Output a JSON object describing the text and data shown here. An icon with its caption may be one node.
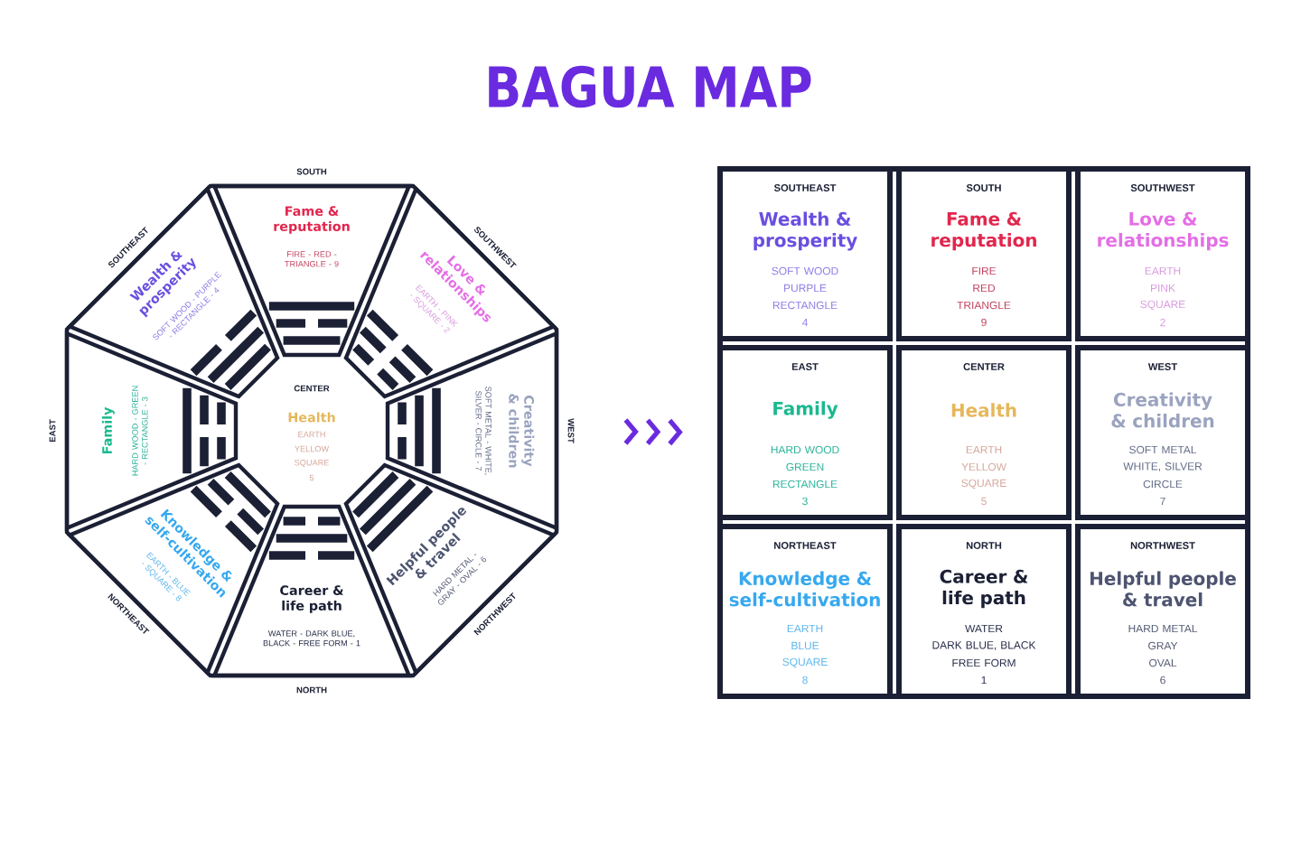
{
  "diagram": {
    "title": "BAGUA MAP",
    "nodes": [
      {
        "text": [],
        "shape": "octagon"
      },
      {
        "text": [
          "SOUTHEAST",
          "Wealth & prosperity",
          "SOFT WOOD - PURPLE - RECTANGLE - 4"
        ],
        "in": 0
      },
      {
        "text": [
          "SOUTH",
          "Fame & reputation",
          "FIRE - RED - TRIANGLE - 9"
        ],
        "in": 0
      },
      {
        "text": [
          "SOUTHWEST",
          "Love & relationships",
          "EARTH - PINK - SQUARE - 2"
        ],
        "in": 0
      },
      {
        "text": [
          "EAST",
          "Family",
          "HARD WOOD - GREEN - RECTANGLE - 3"
        ],
        "in": 0
      },
      {
        "text": [
          "CENTER",
          "Health",
          "EARTH",
          "YELLOW",
          "SQUARE",
          "5"
        ],
        "in": 0
      },
      {
        "text": [
          "Creativity & children",
          "SOFT METAL - WHITE, SILVER - CIRCLE - 7",
          "WEST"
        ],
        "in": 0
      },
      {
        "text": [
          "Knowledge & self-cultivation",
          "EARTH - BLUE - SQUARE - 8",
          "NORTHEAST"
        ],
        "in": 0
      },
      {
        "text": [
          "Career & life path",
          "WATER - DARK BLUE, BLACK - FREE FORM - 1",
          "NORTH"
        ],
        "in": 0
      },
      {
        "text": [
          "Helpful people & travel",
          "HARD METAL - GRAY - OVAL - 6",
          "NORTHWEST"
        ],
        "in": 0
      },
      {
        "text": [],
        "shape": "box"
      },
      {
        "text": [
          "SOUTHEAST",
          "Wealth & prosperity",
          "SOFT WOOD",
          "PURPLE",
          "RECTANGLE",
          "4"
        ],
        "in": 10
      },
      {
        "text": [
          "SOUTH",
          "Fame & reputation",
          "FIRE",
          "RED",
          "TRIANGLE",
          "9"
        ],
        "in": 10
      },
      {
        "text": [
          "SOUTHWEST",
          "Love & relationships",
          "EARTH",
          "PINK",
          "SQUARE",
          "2"
        ],
        "in": 10
      },
      {
        "text": [
          "EAST",
          "Family",
          "HARD WOOD",
          "GREEN",
          "RECTANGLE",
          "3"
        ],
        "in": 10
      },
      {
        "text": [
          "CENTER",
          "Health",
          "EARTH",
          "YELLOW",
          "SQUARE",
          "5"
        ],
        "in": 10
      },
      {
        "text": [
          "WEST",
          "Creativity & children",
          "SOFT METAL",
          "WHITE, SILVER",
          "CIRCLE",
          "7"
        ],
        "in": 10
      },
      {
        "text": [
          "NORTHEAST",
          "Knowledge & self-cultivation",
          "EARTH",
          "BLUE",
          "SQUARE",
          "8"
        ],
        "in": 10
      },
      {
        "text": [
          "NORTH",
          "Career & life path",
          "WATER",
          "DARK BLUE, BLACK",
          "FREE FORM",
          "1"
        ],
        "in": 10
      },
      {
        "text": [
          "NORTHWEST",
          "Helpful people & travel",
          "HARD METAL",
          "GRAY",
          "OVAL",
          "6"
        ],
        "in": 10
      }
    ],
    "edges": [
      {
        "from": 0,
        "to": 10,
        "arrow": "to"
      }
    ]
  }
}
